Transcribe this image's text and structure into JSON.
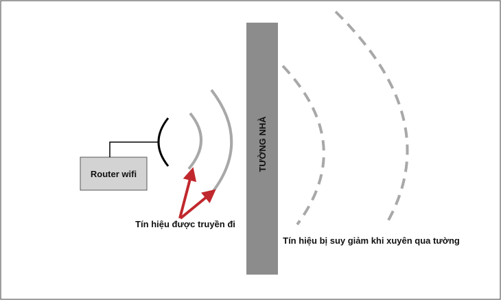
{
  "router": {
    "label": "Router wifi"
  },
  "wall": {
    "label": "TƯỜNG NHÀ"
  },
  "labels": {
    "transmitted": "Tín hiệu được truyền đi",
    "attenuated": "Tín hiệu bị suy giảm khi xuyên qua tường"
  },
  "colors": {
    "router_fill": "#d3d3d3",
    "router_border": "#555555",
    "wall_fill": "#8c8c8c",
    "wave_solid": "#a8a8a8",
    "wave_dashed": "#a8a8a8",
    "antenna": "#000000",
    "arrow": "#c0282d",
    "frame": "#3c3c3c"
  }
}
